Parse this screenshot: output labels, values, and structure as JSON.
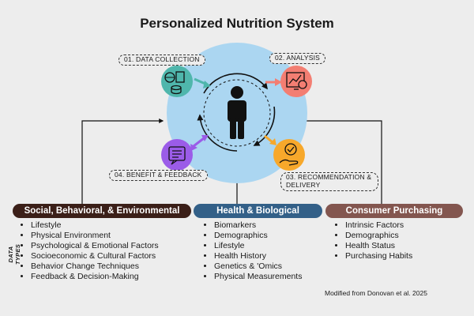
{
  "title": "Personalized Nutrition System",
  "steps": {
    "collection": "01. DATA COLLECTION",
    "analysis": "02. ANALYSIS",
    "recommendation": "03. RECOMMENDATION & DELIVERY",
    "feedback": "04. BENEFIT & FEEDBACK"
  },
  "colors": {
    "circle": "#abd6f1",
    "collection": "#4fb6ac",
    "analysis": "#f37e72",
    "recommendation": "#f7a82b",
    "feedback": "#9b5ce8",
    "social_bar": "#3b1f18",
    "health_bar": "#336088",
    "consumer_bar": "#83564f"
  },
  "icons": {
    "collection": "data-collection-icon",
    "analysis": "analysis-chart-icon",
    "recommendation": "hand-check-icon",
    "feedback": "feedback-document-icon",
    "center": "person-icon"
  },
  "data_types_label": "DATA TYPES",
  "categories": [
    {
      "name": "Social, Behavioral, & Environmental",
      "items": [
        "Lifestyle",
        "Physical Environment",
        "Psychological & Emotional Factors",
        "Socioeconomic & Cultural Factors",
        "Behavior Change Techniques",
        "Feedback & Decision-Making"
      ]
    },
    {
      "name": "Health & Biological",
      "items": [
        "Biomarkers",
        "Demographics",
        "Lifestyle",
        "Health History",
        "Genetics & 'Omics",
        "Physical Measurements"
      ]
    },
    {
      "name": "Consumer Purchasing",
      "items": [
        "Intrinsic Factors",
        "Demographics",
        "Health Status",
        "Purchasing Habits"
      ]
    }
  ],
  "credit": "Modified from Donovan et al. 2025"
}
